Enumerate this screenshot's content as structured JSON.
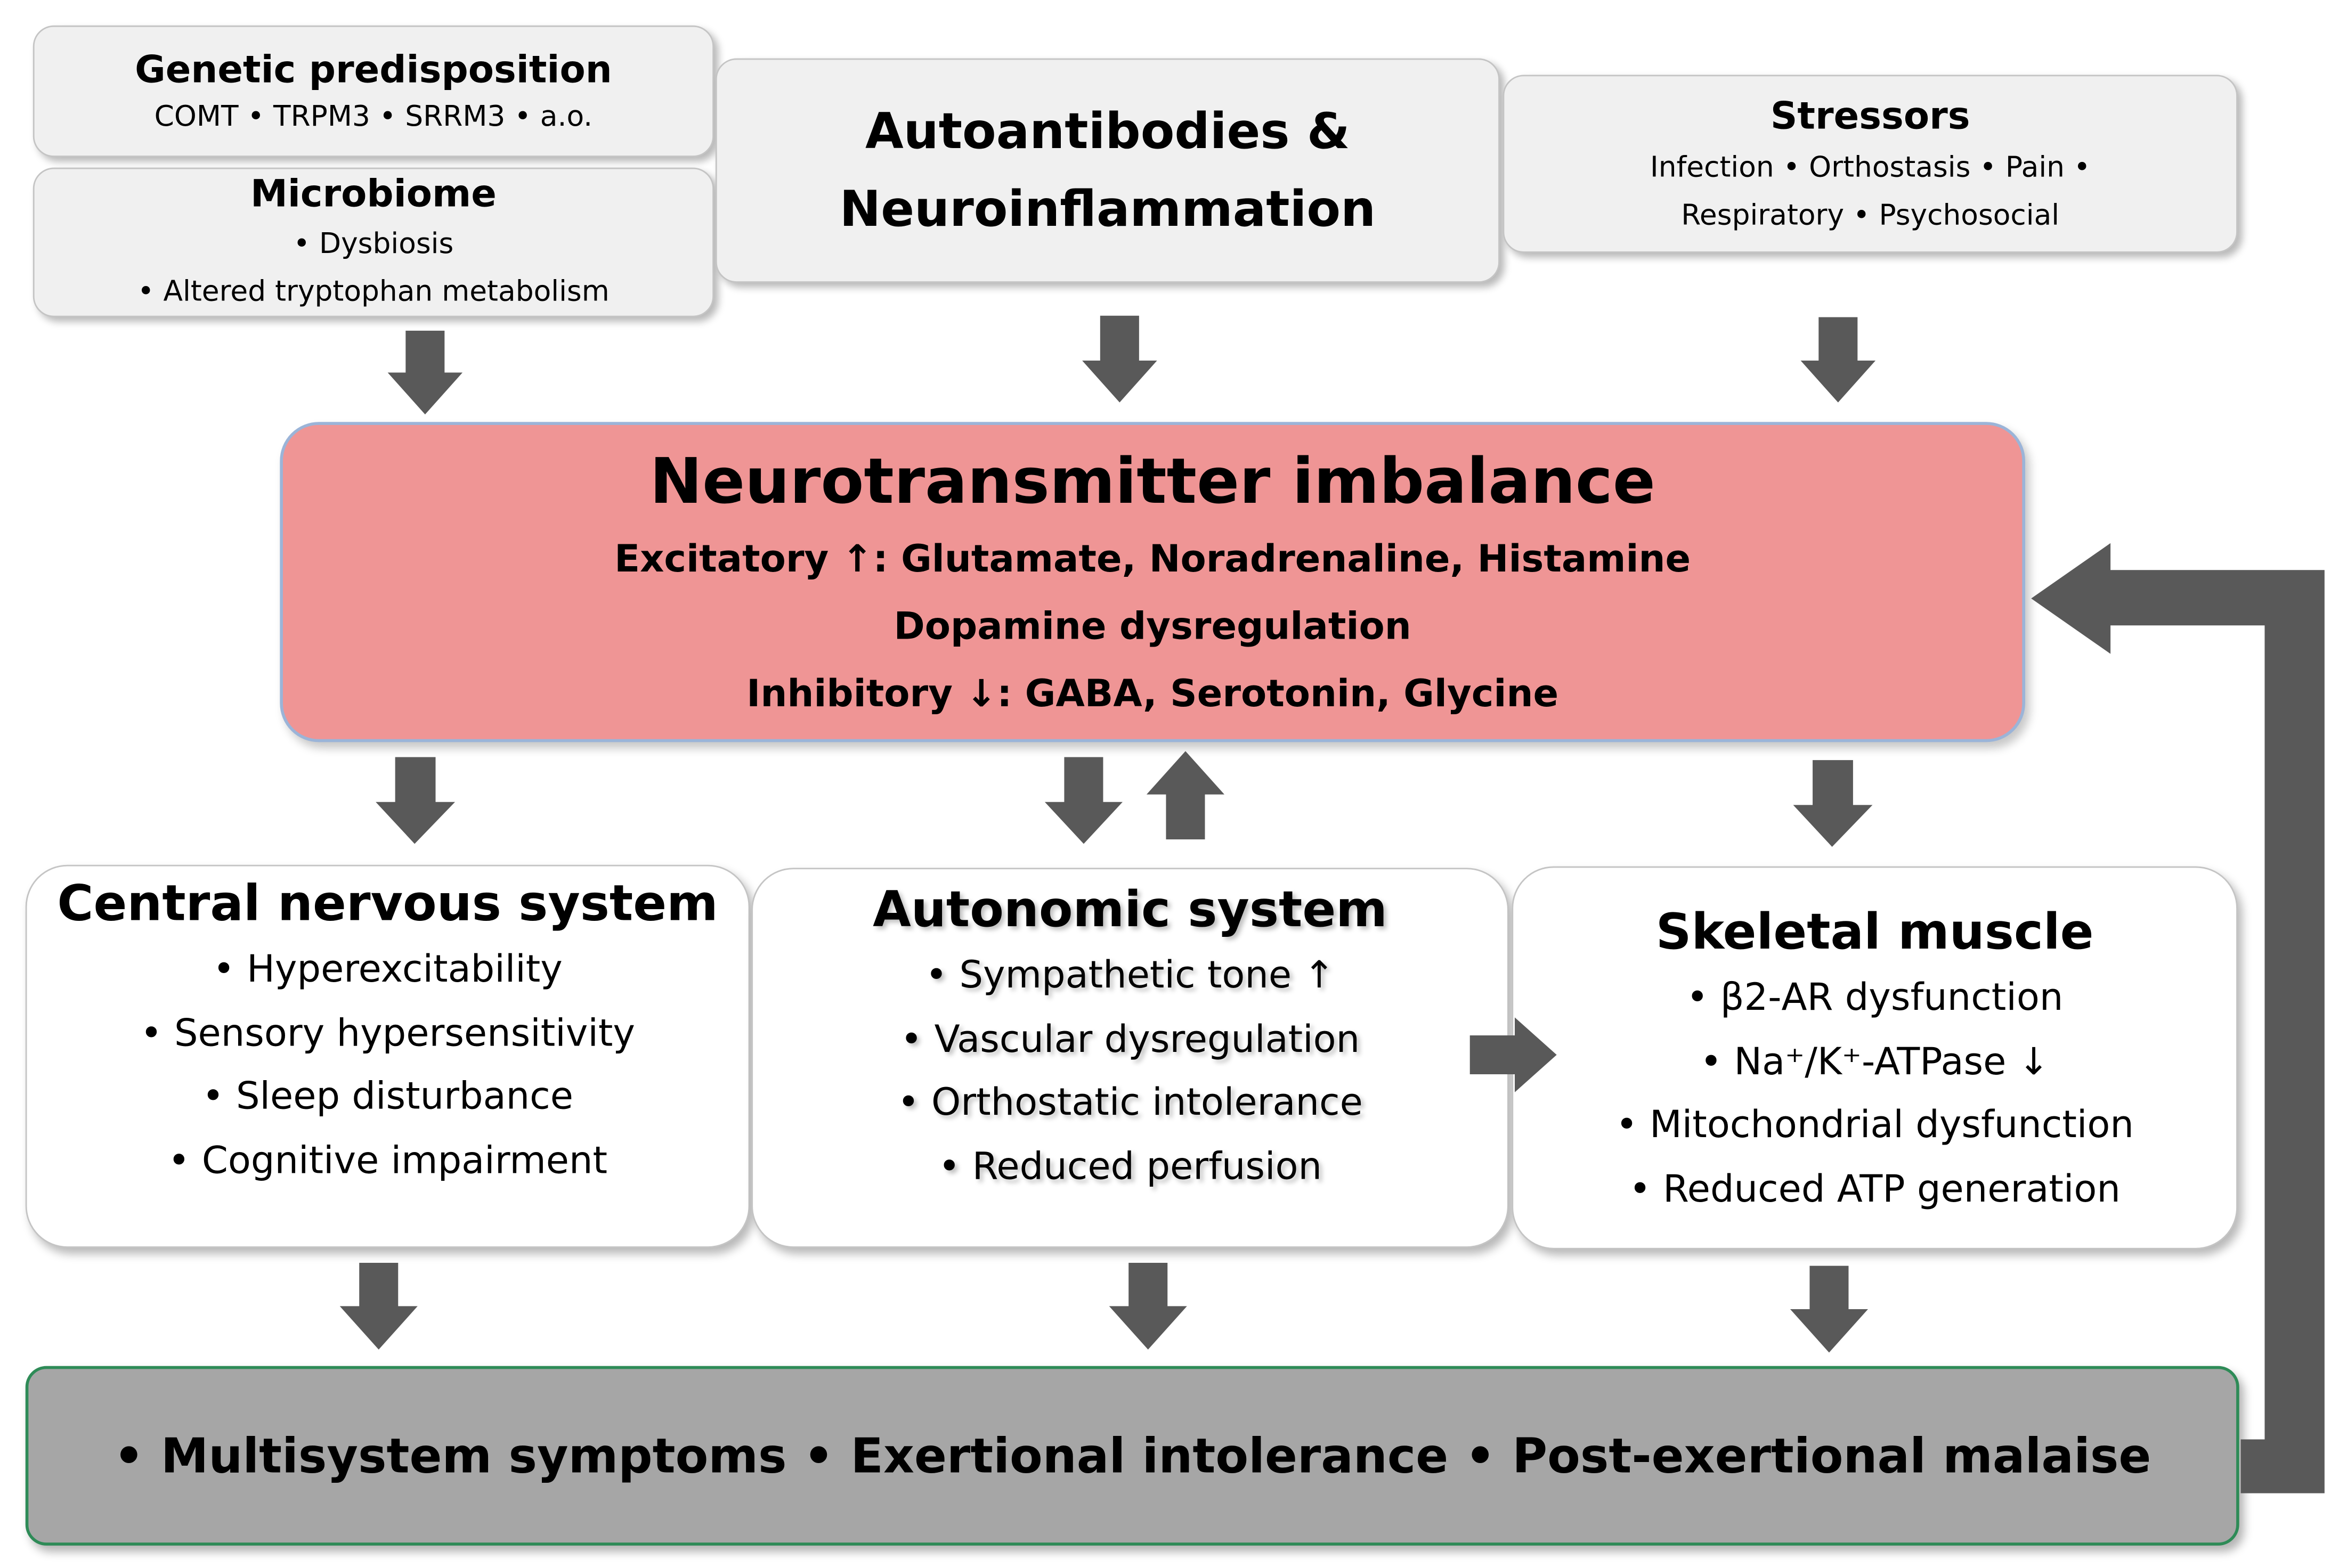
{
  "genetic": {
    "title": "Genetic predisposition",
    "items": [
      "COMT • TRPM3 • SRRM3 • a.o."
    ]
  },
  "microbiome": {
    "title": "Microbiome",
    "items": [
      "• Dysbiosis",
      "• Altered tryptophan metabolism"
    ]
  },
  "autoantibodies": {
    "title_line1": "Autoantibodies &",
    "title_line2": "Neuroinflammation"
  },
  "stressors": {
    "title": "Stressors",
    "items": [
      "Infection • Orthostasis • Pain •",
      "Respiratory • Psychosocial"
    ]
  },
  "neurotransmitter": {
    "title": "Neurotransmitter imbalance",
    "items": [
      "Excitatory ↑: Glutamate, Noradrenaline, Histamine",
      "Dopamine dysregulation",
      "Inhibitory ↓: GABA, Serotonin, Glycine"
    ]
  },
  "cns": {
    "title": "Central nervous system",
    "items": [
      "• Hyperexcitability",
      "• Sensory hypersensitivity",
      "• Sleep disturbance",
      "• Cognitive impairment"
    ]
  },
  "autonomic": {
    "title": "Autonomic system",
    "items": [
      "• Sympathetic tone ↑",
      "• Vascular dysregulation",
      "• Orthostatic intolerance",
      "• Reduced perfusion"
    ]
  },
  "skeletal": {
    "title": "Skeletal muscle",
    "items": [
      "• β2-AR dysfunction",
      "• Na⁺/K⁺-ATPase ↓",
      "• Mitochondrial dysfunction",
      "• Reduced ATP generation"
    ]
  },
  "symptoms": {
    "title": "• Multisystem symptoms • Exertional intolerance • Post-exertional malaise"
  },
  "colors": {
    "neurotransmitter_fill": "#ef9595",
    "symptoms_fill": "#a6a6a6",
    "arrow": "#595959",
    "box_fill": "#f0f0f0"
  }
}
